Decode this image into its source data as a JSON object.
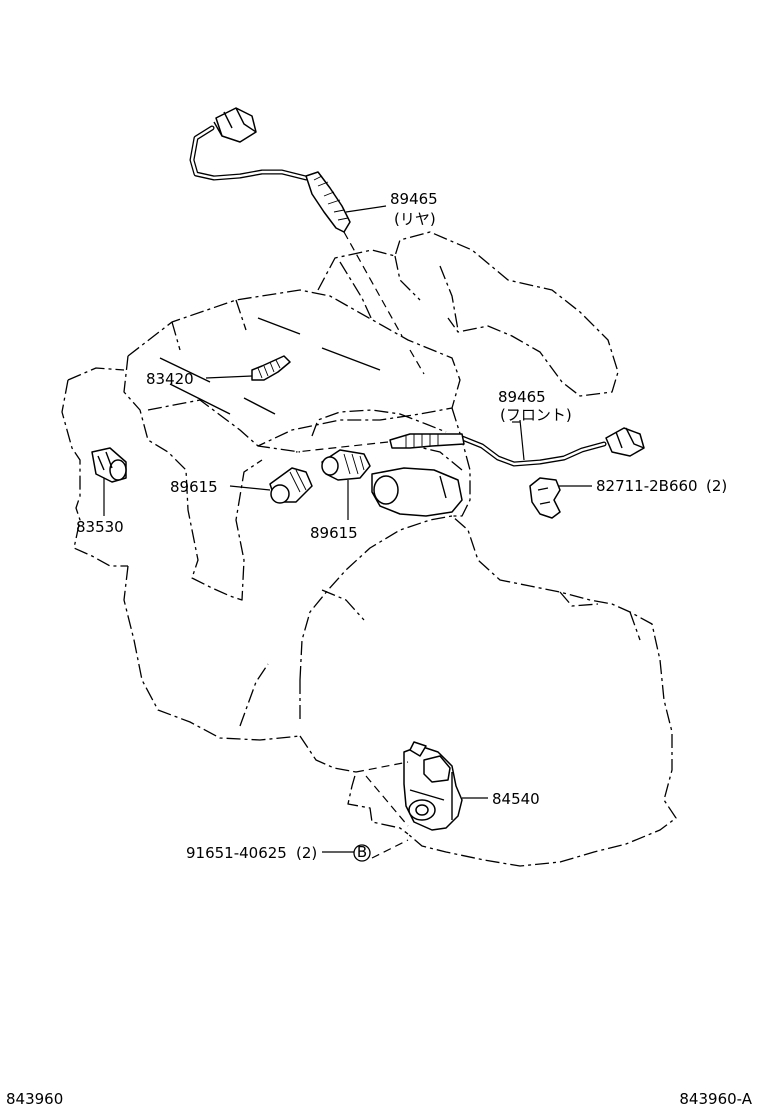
{
  "callouts": {
    "o2_sensor_rear": {
      "part_number": "89465",
      "note": "(リヤ)"
    },
    "o2_sensor_front": {
      "part_number": "89465",
      "note": "(フロント)"
    },
    "sensor_83420": {
      "part_number": "83420"
    },
    "knock_sensor_left": {
      "part_number": "89615"
    },
    "knock_sensor_right": {
      "part_number": "89615"
    },
    "switch_83530": {
      "part_number": "83530"
    },
    "clamp": {
      "part_number": "82711-2B660",
      "qty": "(2)"
    },
    "neutral_switch": {
      "part_number": "84540"
    },
    "bolt": {
      "part_number": "91651-40625",
      "qty": "(2)",
      "ref_mark": "B"
    }
  },
  "footer": {
    "left_code": "843960",
    "right_code": "843960-A"
  }
}
